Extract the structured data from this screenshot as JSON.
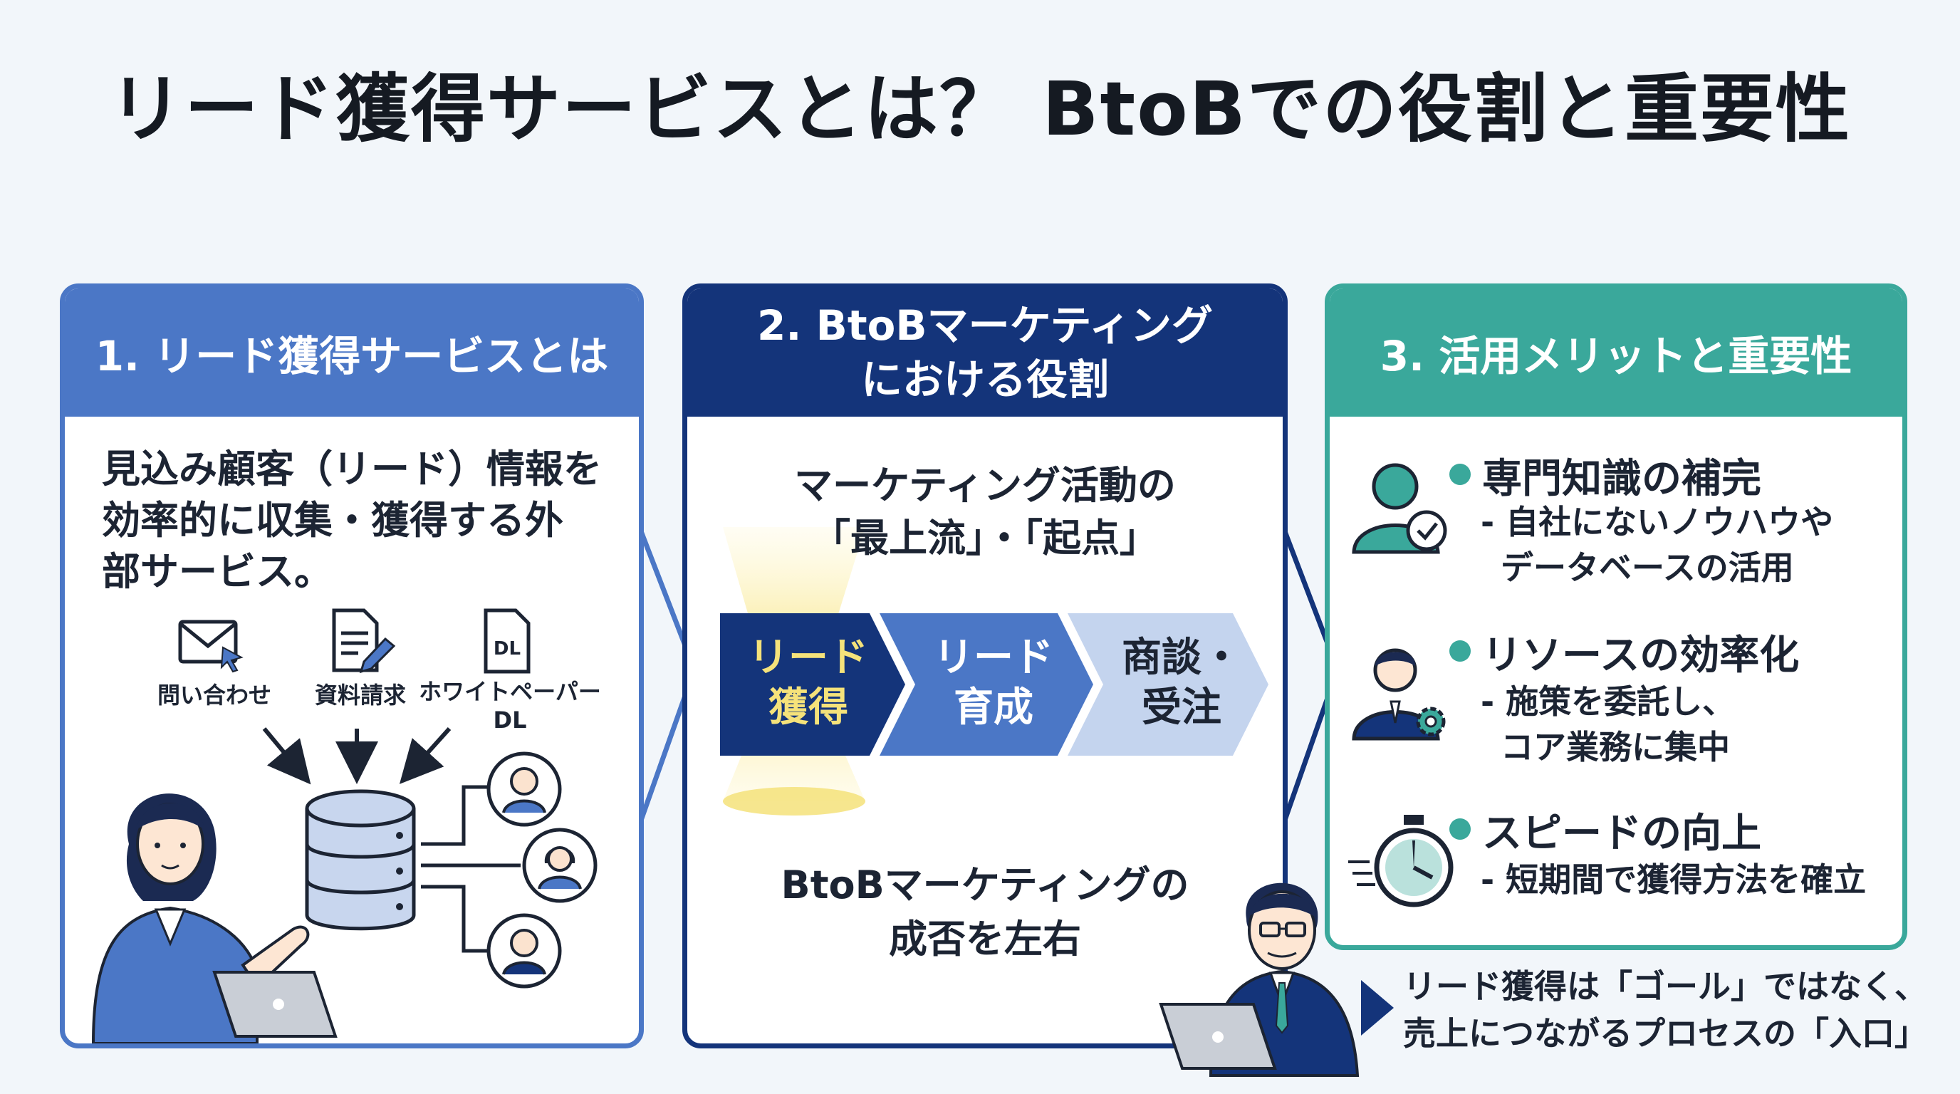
{
  "title": "リード獲得サービスとは？ BtoBでの役割と重要性",
  "panel1": {
    "heading": "1. リード獲得サービスとは",
    "description_lines": [
      "見込み顧客（リード）情報を",
      "効率的に収集・獲得する外",
      "部サービス。"
    ],
    "channels": [
      {
        "label": "問い合わせ",
        "icon": "envelope-icon"
      },
      {
        "label": "資料請求",
        "icon": "document-icon"
      },
      {
        "label_line1": "ホワイトペーパー",
        "label_line2": "DL",
        "icon": "dl-file-icon",
        "icon_text": "DL"
      }
    ]
  },
  "panel2": {
    "heading_line1": "2. BtoBマーケティング",
    "heading_line2": "における役割",
    "top_line1": "マーケティング活動の",
    "top_line2": "「最上流」・「起点」",
    "stages": [
      {
        "line1": "リード",
        "line2": "獲得"
      },
      {
        "line1": "リード",
        "line2": "育成"
      },
      {
        "line1": "商談・",
        "line2": "受注"
      }
    ],
    "bottom_line1": "BtoBマーケティングの",
    "bottom_line2": "成否を左右"
  },
  "panel3": {
    "heading": "3. 活用メリットと重要性",
    "items": [
      {
        "title": "専門知識の補完",
        "sub_line1": "- 自社にないノウハウや",
        "sub_line2": "データベースの活用",
        "icon": "expert-person-icon"
      },
      {
        "title": "リソースの効率化",
        "sub_line1": "- 施策を委託し、",
        "sub_line2": "コア業務に集中",
        "icon": "business-person-gear-icon"
      },
      {
        "title": "スピードの向上",
        "sub_line1": "- 短期間で獲得方法を確立",
        "icon": "stopwatch-icon"
      }
    ]
  },
  "note": {
    "line1": "リード獲得は「ゴール」ではなく、",
    "line2": "売上につながるプロセスの「入口」"
  },
  "colors": {
    "panel1": "#4b77c6",
    "panel2": "#14347a",
    "panel3": "#3aa89b",
    "stage1": "#14347a",
    "stage2": "#4b77c6",
    "stage3": "#c4d4ee",
    "highlight": "#f5e27a"
  }
}
